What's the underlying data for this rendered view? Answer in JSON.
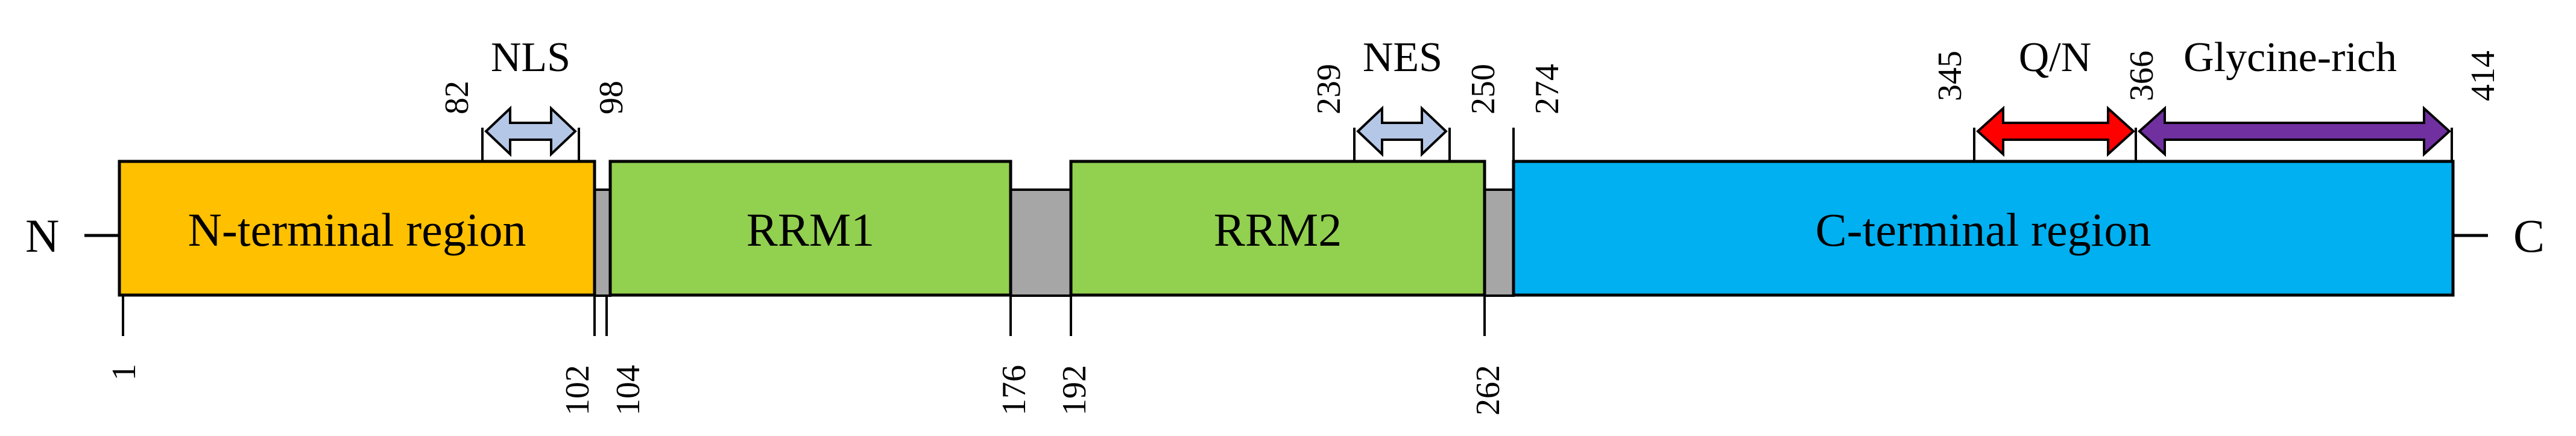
{
  "termini": {
    "n": "N",
    "c": "C"
  },
  "domains": {
    "n_terminal": {
      "label": "N-terminal region",
      "color": "#FFC000"
    },
    "rrm1": {
      "label": "RRM1",
      "color": "#92D050"
    },
    "rrm2": {
      "label": "RRM2",
      "color": "#92D050"
    },
    "c_terminal": {
      "label": "C-terminal region",
      "color": "#00B0F0"
    },
    "linker_color": "#A6A6A6"
  },
  "motifs": {
    "nls": {
      "label": "NLS",
      "start": "82",
      "end": "98",
      "color": "#B4C7E7"
    },
    "nes": {
      "label": "NES",
      "start": "239",
      "end": "250",
      "color": "#B4C7E7"
    },
    "qn": {
      "label": "Q/N",
      "start": "345",
      "end": "366",
      "color": "#FF0000"
    },
    "glycine": {
      "label": "Glycine-rich",
      "start": "366",
      "end": "414",
      "color": "#7030A0"
    },
    "c_start": "274"
  },
  "positions": {
    "p1": "1",
    "p102": "102",
    "p104": "104",
    "p176": "176",
    "p192": "192",
    "p262": "262"
  }
}
